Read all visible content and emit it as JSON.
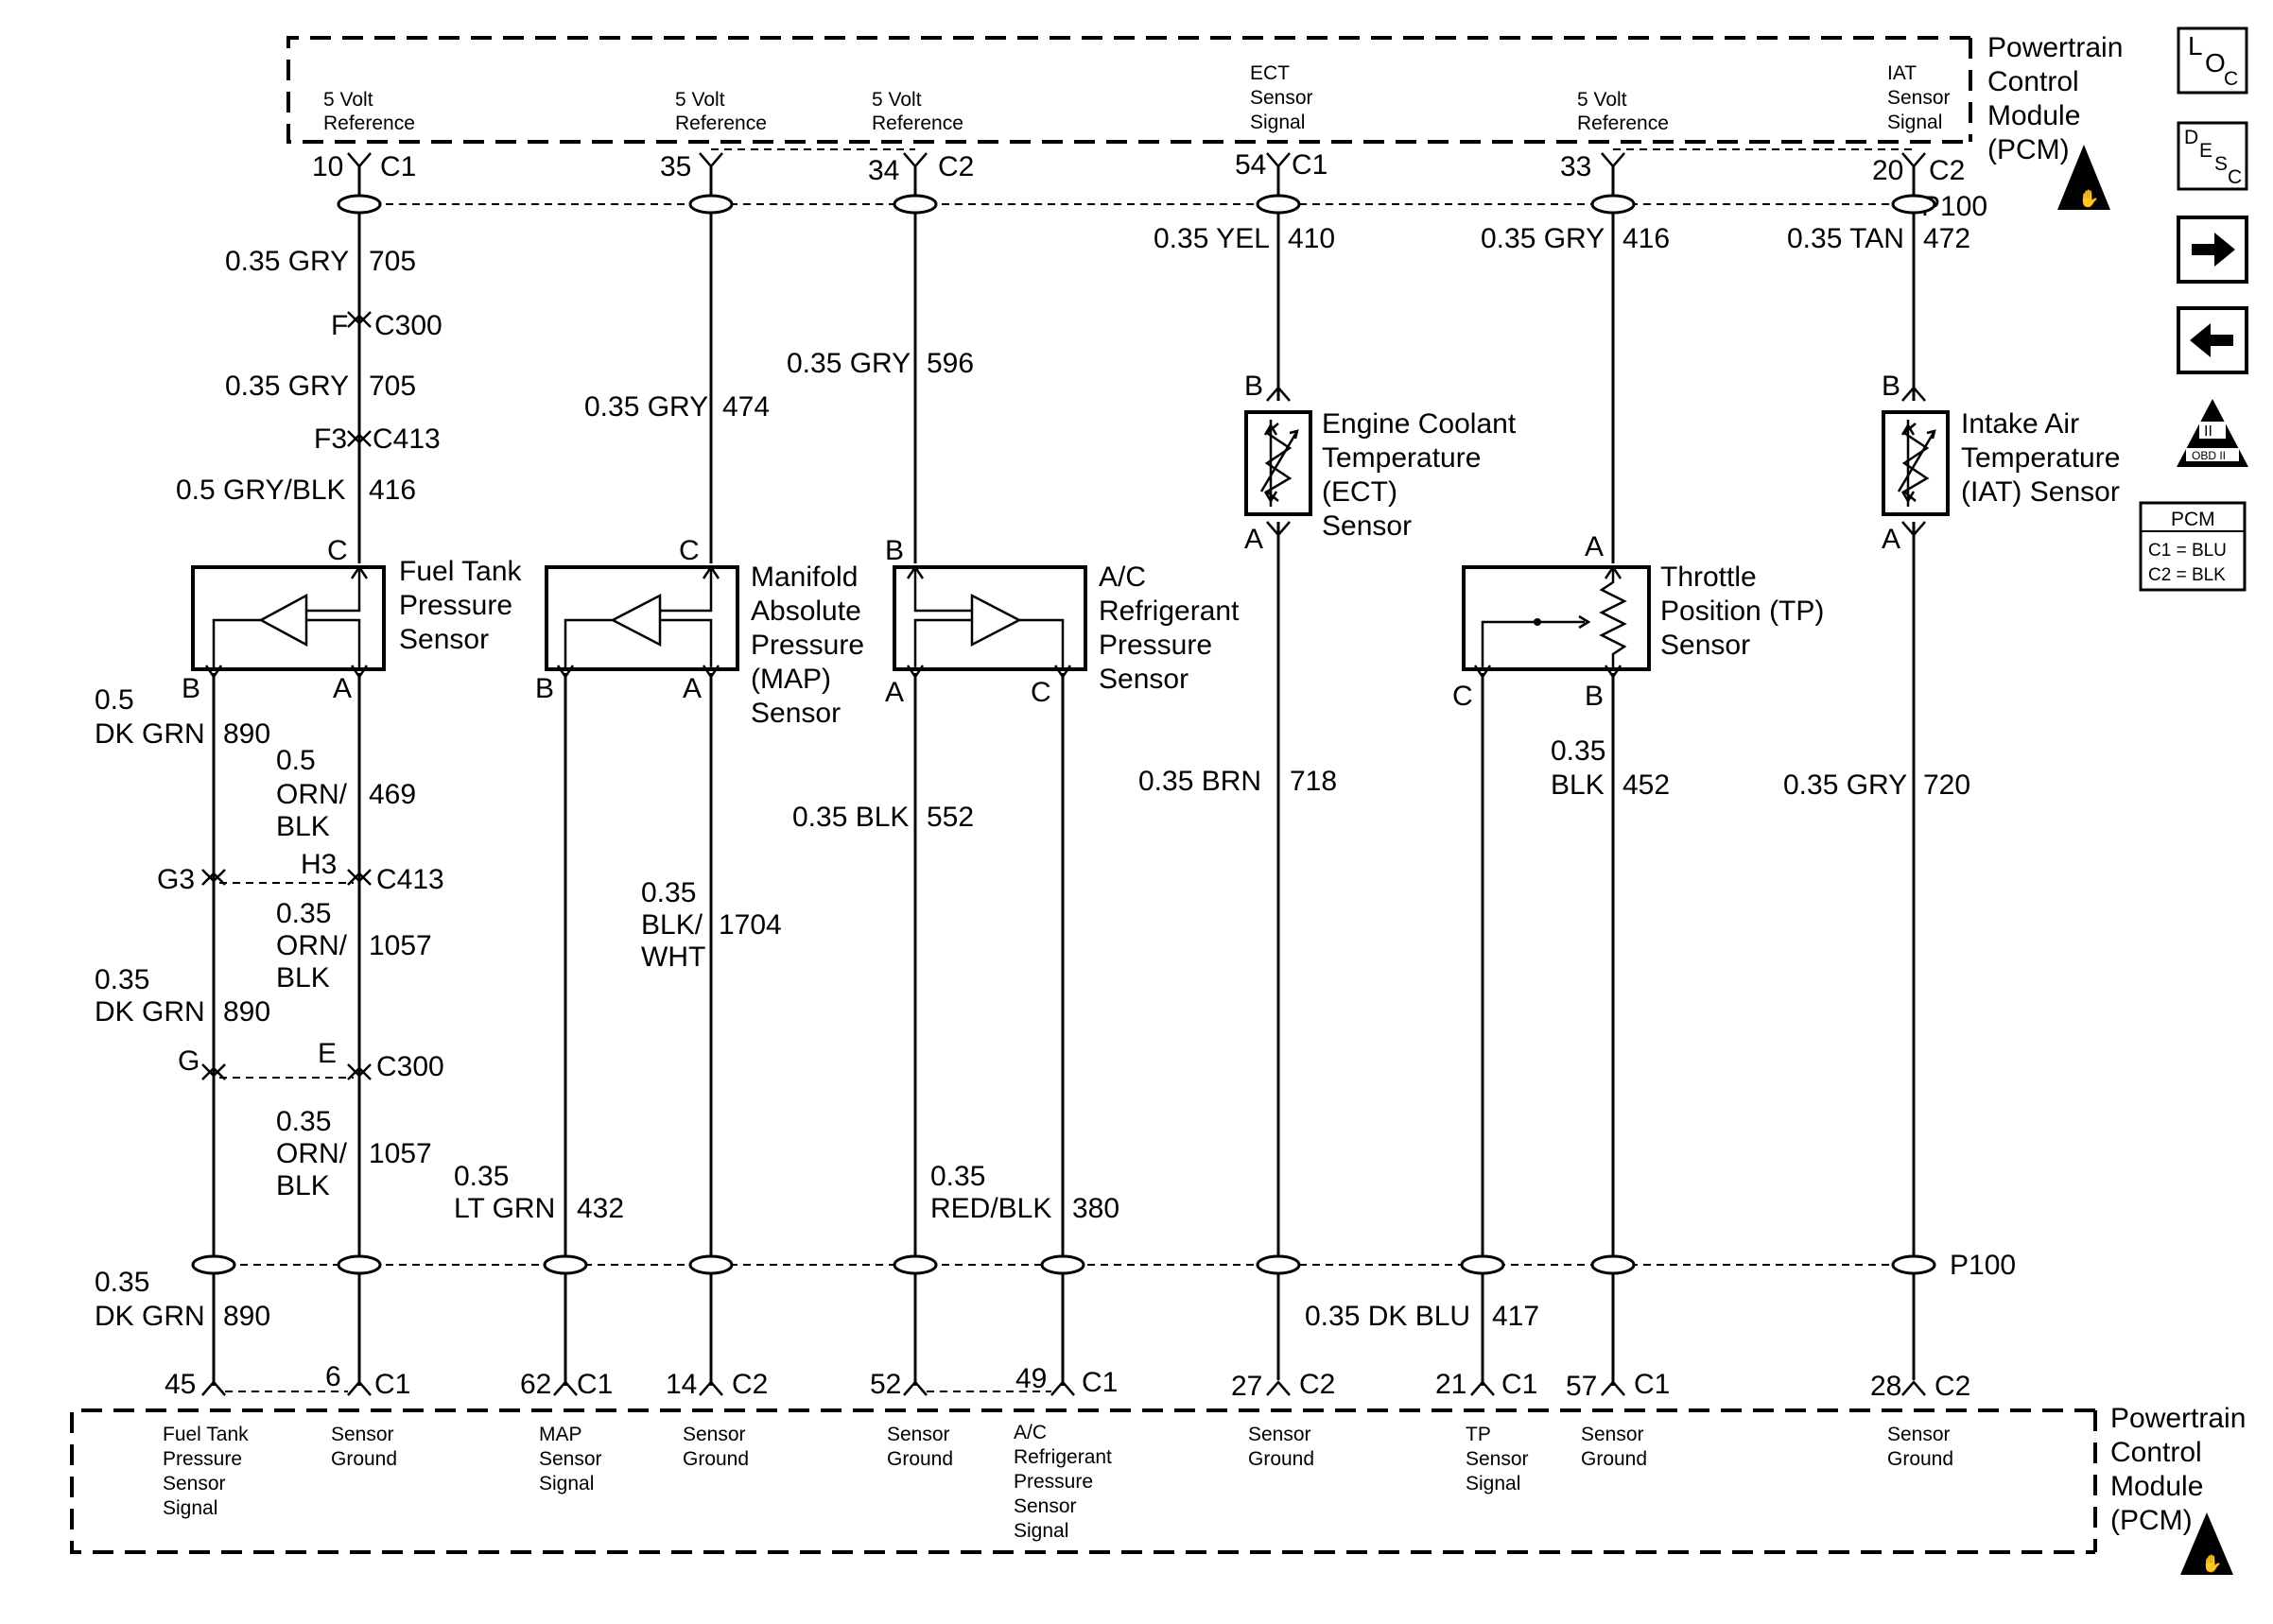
{
  "pcm_label": [
    "Powertrain",
    "Control",
    "Module",
    "(PCM)"
  ],
  "top_pins": [
    {
      "label": [
        "5 Volt",
        "Reference"
      ],
      "pin": "10",
      "conn": "C1"
    },
    {
      "label": [
        "5 Volt",
        "Reference"
      ],
      "pin": "35",
      "conn": ""
    },
    {
      "label": [
        "5 Volt",
        "Reference"
      ],
      "pin": "34",
      "conn": "C2"
    },
    {
      "label": [
        "ECT",
        "Sensor",
        "Signal"
      ],
      "pin": "54",
      "conn": "C1"
    },
    {
      "label": [
        "5 Volt",
        "Reference"
      ],
      "pin": "33",
      "conn": ""
    },
    {
      "label": [
        "IAT",
        "Sensor",
        "Signal"
      ],
      "pin": "20",
      "conn": "C2"
    }
  ],
  "bottom_pins": [
    {
      "label": [
        "Fuel Tank",
        "Pressure",
        "Sensor",
        "Signal"
      ],
      "pin": "45",
      "conn": ""
    },
    {
      "label": [
        "Sensor",
        "Ground"
      ],
      "pin": "6",
      "conn": "C1"
    },
    {
      "label": [
        "MAP",
        "Sensor",
        "Signal"
      ],
      "pin": "62",
      "conn": "C1"
    },
    {
      "label": [
        "Sensor",
        "Ground"
      ],
      "pin": "14",
      "conn": "C2"
    },
    {
      "label": [
        "Sensor",
        "Ground"
      ],
      "pin": "52",
      "conn": ""
    },
    {
      "label": [
        "A/C",
        "Refrigerant",
        "Pressure",
        "Sensor",
        "Signal"
      ],
      "pin": "49",
      "conn": "C1"
    },
    {
      "label": [
        "Sensor",
        "Ground"
      ],
      "pin": "27",
      "conn": "C2"
    },
    {
      "label": [
        "TP",
        "Sensor",
        "Signal"
      ],
      "pin": "21",
      "conn": "C1"
    },
    {
      "label": [
        "Sensor",
        "Ground"
      ],
      "pin": "57",
      "conn": "C1"
    },
    {
      "label": [
        "Sensor",
        "Ground"
      ],
      "pin": "28",
      "conn": "C2"
    }
  ],
  "splice_label": "P100",
  "wire_labels": {
    "w705a": [
      "0.35 GRY",
      "705"
    ],
    "w705b": [
      "0.35 GRY",
      "705"
    ],
    "w416a": [
      "0.5 GRY/BLK",
      "416"
    ],
    "w474": [
      "0.35 GRY",
      "474"
    ],
    "w596": [
      "0.35 GRY",
      "596"
    ],
    "w410": [
      "0.35 YEL",
      "410"
    ],
    "w416b": [
      "0.35 GRY",
      "416"
    ],
    "w472": [
      "0.35 TAN",
      "472"
    ],
    "w890a": [
      "0.5",
      "DK GRN",
      "890"
    ],
    "w469": [
      "0.5",
      "ORN/",
      "BLK",
      "469"
    ],
    "w1057a": [
      "0.35",
      "ORN/",
      "BLK",
      "1057"
    ],
    "w890b": [
      "0.35",
      "DK GRN",
      "890"
    ],
    "w1057b": [
      "0.35",
      "ORN/",
      "BLK",
      "1057"
    ],
    "w432": [
      "0.35",
      "LT GRN",
      "432"
    ],
    "w1704": [
      "0.35",
      "BLK/",
      "WHT",
      "1704"
    ],
    "w552": [
      "0.35 BLK",
      "552"
    ],
    "w380": [
      "0.35",
      "RED/BLK",
      "380"
    ],
    "w718": [
      "0.35 BRN",
      "718"
    ],
    "w452": [
      "0.35",
      "BLK",
      "452"
    ],
    "w720": [
      "0.35 GRY",
      "720"
    ],
    "w890c": [
      "0.35",
      "DK GRN",
      "890"
    ],
    "w417": [
      "0.35 DK BLU",
      "417"
    ]
  },
  "connectors": {
    "c300_top": {
      "pin": "F",
      "name": "C300"
    },
    "c413_top": {
      "pin": "F3",
      "name": "C413"
    },
    "c413_mid": {
      "pin_left": "G3",
      "pin_right": "H3",
      "name": "C413"
    },
    "c300_mid": {
      "pin_left": "G",
      "pin_right": "E",
      "name": "C300"
    }
  },
  "sensors": {
    "fuel_tank": {
      "name": [
        "Fuel Tank",
        "Pressure",
        "Sensor"
      ],
      "pins": [
        "C",
        "B",
        "A"
      ]
    },
    "map": {
      "name": [
        "Manifold",
        "Absolute",
        "Pressure",
        "(MAP)",
        "Sensor"
      ],
      "pins": [
        "C",
        "B",
        "A"
      ]
    },
    "ac": {
      "name": [
        "A/C",
        "Refrigerant",
        "Pressure",
        "Sensor"
      ],
      "pins": [
        "B",
        "A",
        "C"
      ]
    },
    "ect": {
      "name": [
        "Engine Coolant",
        "Temperature",
        "(ECT)",
        "Sensor"
      ],
      "pins": [
        "B",
        "A"
      ]
    },
    "tp": {
      "name": [
        "Throttle",
        "Position (TP)",
        "Sensor"
      ],
      "pins": [
        "A",
        "C",
        "B"
      ]
    },
    "iat": {
      "name": [
        "Intake Air",
        "Temperature",
        "(IAT) Sensor"
      ],
      "pins": [
        "B",
        "A"
      ]
    }
  },
  "side_icons": {
    "loc": [
      "L",
      "O",
      "C"
    ],
    "desc": [
      "D",
      "E",
      "S",
      "C"
    ],
    "obd": [
      "II",
      "OBD II"
    ],
    "pcm_table": {
      "title": "PCM",
      "rows": [
        "C1 = BLU",
        "C2 = BLK"
      ]
    }
  }
}
